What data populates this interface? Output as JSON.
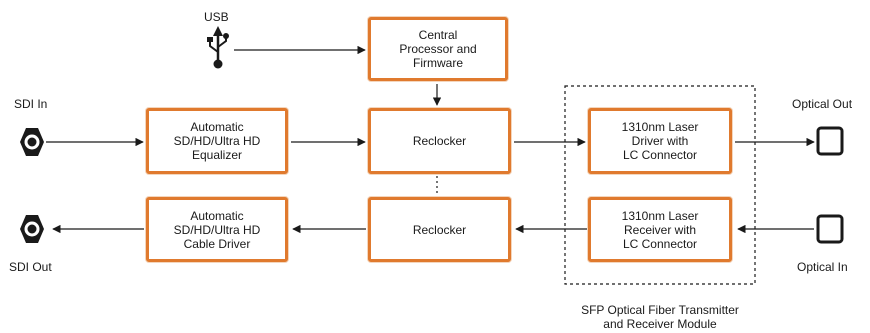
{
  "labels": {
    "usb": "USB",
    "sdi_in": "SDI In",
    "sdi_out": "SDI Out",
    "optical_out": "Optical Out",
    "optical_in": "Optical In",
    "sfp_module": "SFP Optical Fiber Transmitter\nand Receiver Module"
  },
  "boxes": {
    "cpu": "Central\nProcessor and\nFirmware",
    "equalizer": "Automatic\nSD/HD/Ultra HD\nEqualizer",
    "reclocker_top": "Reclocker",
    "laser_driver": "1310nm Laser\nDriver with\nLC Connector",
    "cable_driver": "Automatic\nSD/HD/Ultra HD\nCable Driver",
    "reclocker_bottom": "Reclocker",
    "laser_receiver": "1310nm Laser\nReceiver with\nLC Connector"
  },
  "icons": [
    "usb-icon",
    "bnc-connector-icon",
    "optical-port-icon"
  ],
  "colors": {
    "box_border": "#e07a2e",
    "line": "#1a1a1a"
  }
}
